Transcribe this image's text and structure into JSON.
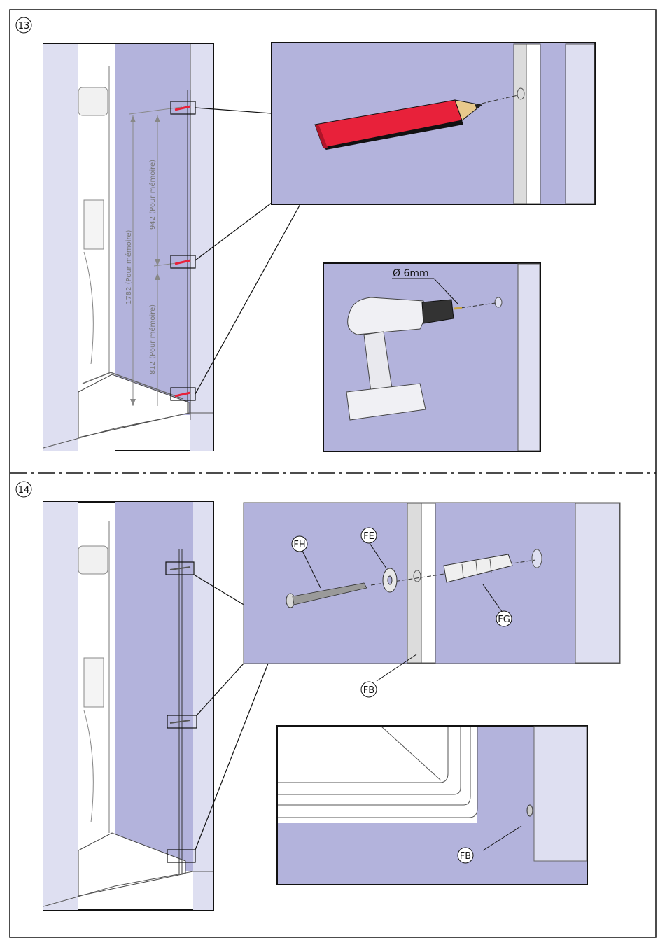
{
  "steps": [
    {
      "number": "13",
      "dimensions": {
        "total": "1782 (Pour mémoire)",
        "upper": "942 (Pour mémoire)",
        "lower": "812 (Pour mémoire)"
      },
      "drill_diameter": "Ø 6mm"
    },
    {
      "number": "14",
      "parts": {
        "screw": "FH",
        "washer": "FE",
        "plug": "FG",
        "profile": "FB",
        "profile_detail": "FB"
      }
    }
  ],
  "colors": {
    "wall": "#b3b3dc",
    "light_wall": "#dedff1",
    "pencil_red": "#e8213a",
    "pencil_tip": "#e8c98c",
    "outline": "#111111"
  }
}
